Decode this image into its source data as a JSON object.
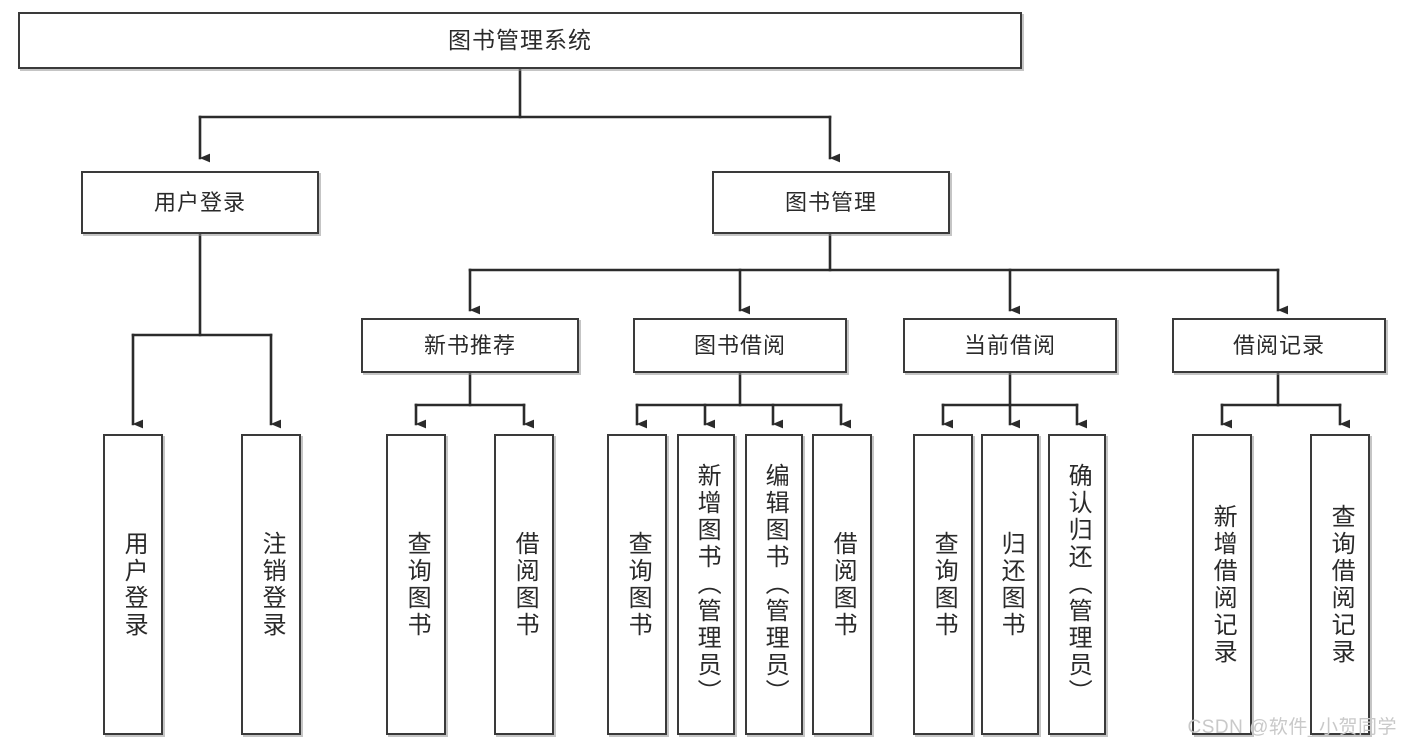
{
  "diagram": {
    "title": "图书管理系统",
    "type": "tree",
    "orientation": "top-down",
    "colors": {
      "box_border": "#3a3a3a",
      "box_fill": "#ffffff",
      "connector": "#2b2b2b",
      "text": "#2a2a2a",
      "watermark": "#c9c9c9"
    },
    "root": {
      "label": "图书管理系统"
    },
    "level2": [
      {
        "label": "用户登录"
      },
      {
        "label": "图书管理"
      }
    ],
    "level3": [
      {
        "label": "新书推荐"
      },
      {
        "label": "图书借阅"
      },
      {
        "label": "当前借阅"
      },
      {
        "label": "借阅记录"
      }
    ],
    "leaves": {
      "user_login": [
        {
          "label": "用户登录"
        },
        {
          "label": "注销登录"
        }
      ],
      "new_book_recommend": [
        {
          "label": "查询图书"
        },
        {
          "label": "借阅图书"
        }
      ],
      "book_borrow": [
        {
          "label": "查询图书"
        },
        {
          "label": "新增图书（管理员）"
        },
        {
          "label": "编辑图书（管理员）"
        },
        {
          "label": "借阅图书"
        }
      ],
      "current_borrow": [
        {
          "label": "查询图书"
        },
        {
          "label": "归还图书"
        },
        {
          "label": "确认归还（管理员）"
        }
      ],
      "borrow_record": [
        {
          "label": "新增借阅记录"
        },
        {
          "label": "查询借阅记录"
        }
      ]
    },
    "watermark": "CSDN @软件_小贺同学"
  }
}
